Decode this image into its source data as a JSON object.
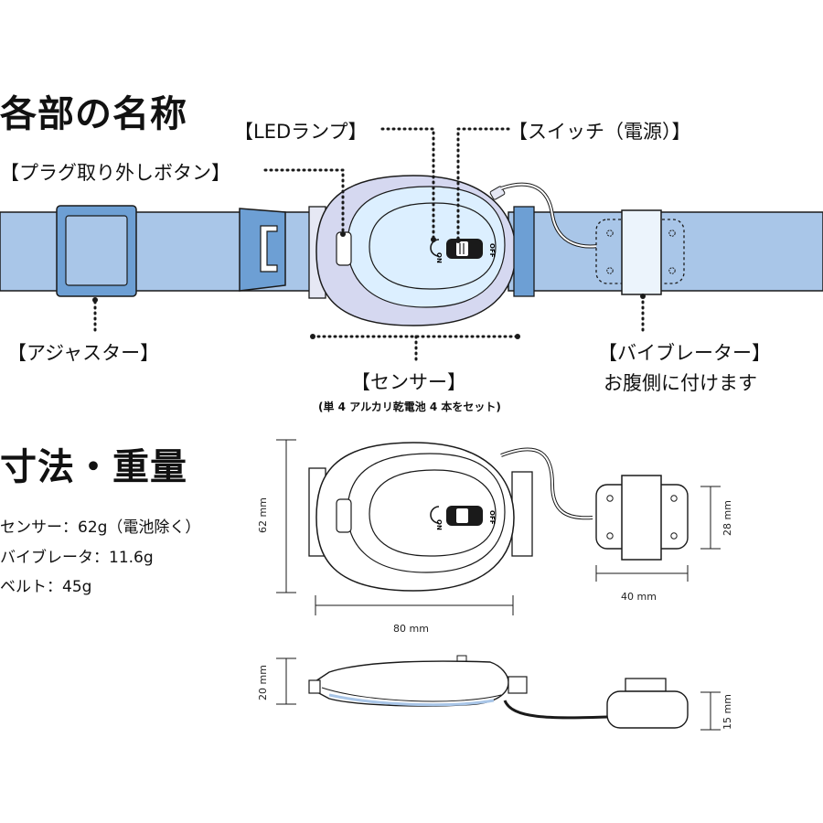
{
  "headings": {
    "parts": "各部の名称",
    "dims": "寸法・重量"
  },
  "labels": {
    "led": "【LEDランプ】",
    "switch": "【スイッチ（電源）】",
    "plug_button": "【プラグ取り外しボタン】",
    "adjuster": "【アジャスター】",
    "sensor": "【センサー】",
    "sensor_note": "(単 4 アルカリ乾電池 4 本をセット)",
    "vibrator": "【バイブレーター】",
    "vibrator_note": "お腹側に付けます"
  },
  "switch_text": {
    "on": "ON",
    "off": "OFF"
  },
  "specs": [
    "センサー：62g（電池除く）",
    "バイブレータ：11.6g",
    "ベルト：45g"
  ],
  "dimensions": {
    "sensor_height": "62 mm",
    "sensor_width": "80 mm",
    "vibrator_height": "28 mm",
    "vibrator_width": "40 mm",
    "sensor_depth": "20 mm",
    "vibrator_depth": "15 mm"
  },
  "colors": {
    "belt": "#a9c6e8",
    "adjuster": "#6d9fd4",
    "sensor_outer": "#d5d8f0",
    "sensor_inner": "#dcefff",
    "outline": "#1a1a1a"
  }
}
